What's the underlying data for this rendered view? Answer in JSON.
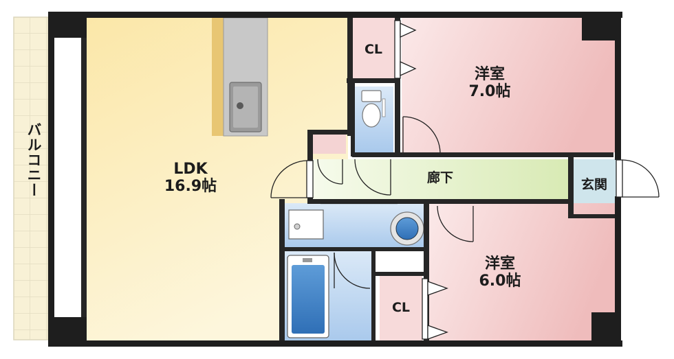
{
  "rooms": {
    "ldk": {
      "name": "LDK",
      "size": "16.9帖"
    },
    "western_room_1": {
      "name": "洋室",
      "size": "7.0帖"
    },
    "western_room_2": {
      "name": "洋室",
      "size": "6.0帖"
    },
    "closet_1": {
      "name": "CL"
    },
    "closet_2": {
      "name": "CL"
    },
    "hallway": {
      "name": "廊下"
    },
    "entrance": {
      "name": "玄関"
    },
    "balcony": {
      "name": "バルコニー"
    }
  },
  "colors": {
    "wall": "#222222",
    "ldk": "#fbeec0",
    "western_room": "#f2cbcb",
    "closet": "#f6d8d8",
    "wet_area": "#bcd7f2",
    "hallway": "#e7f2d2",
    "entrance": "#cfe4ea",
    "balcony_tile": "#f6efcf"
  }
}
